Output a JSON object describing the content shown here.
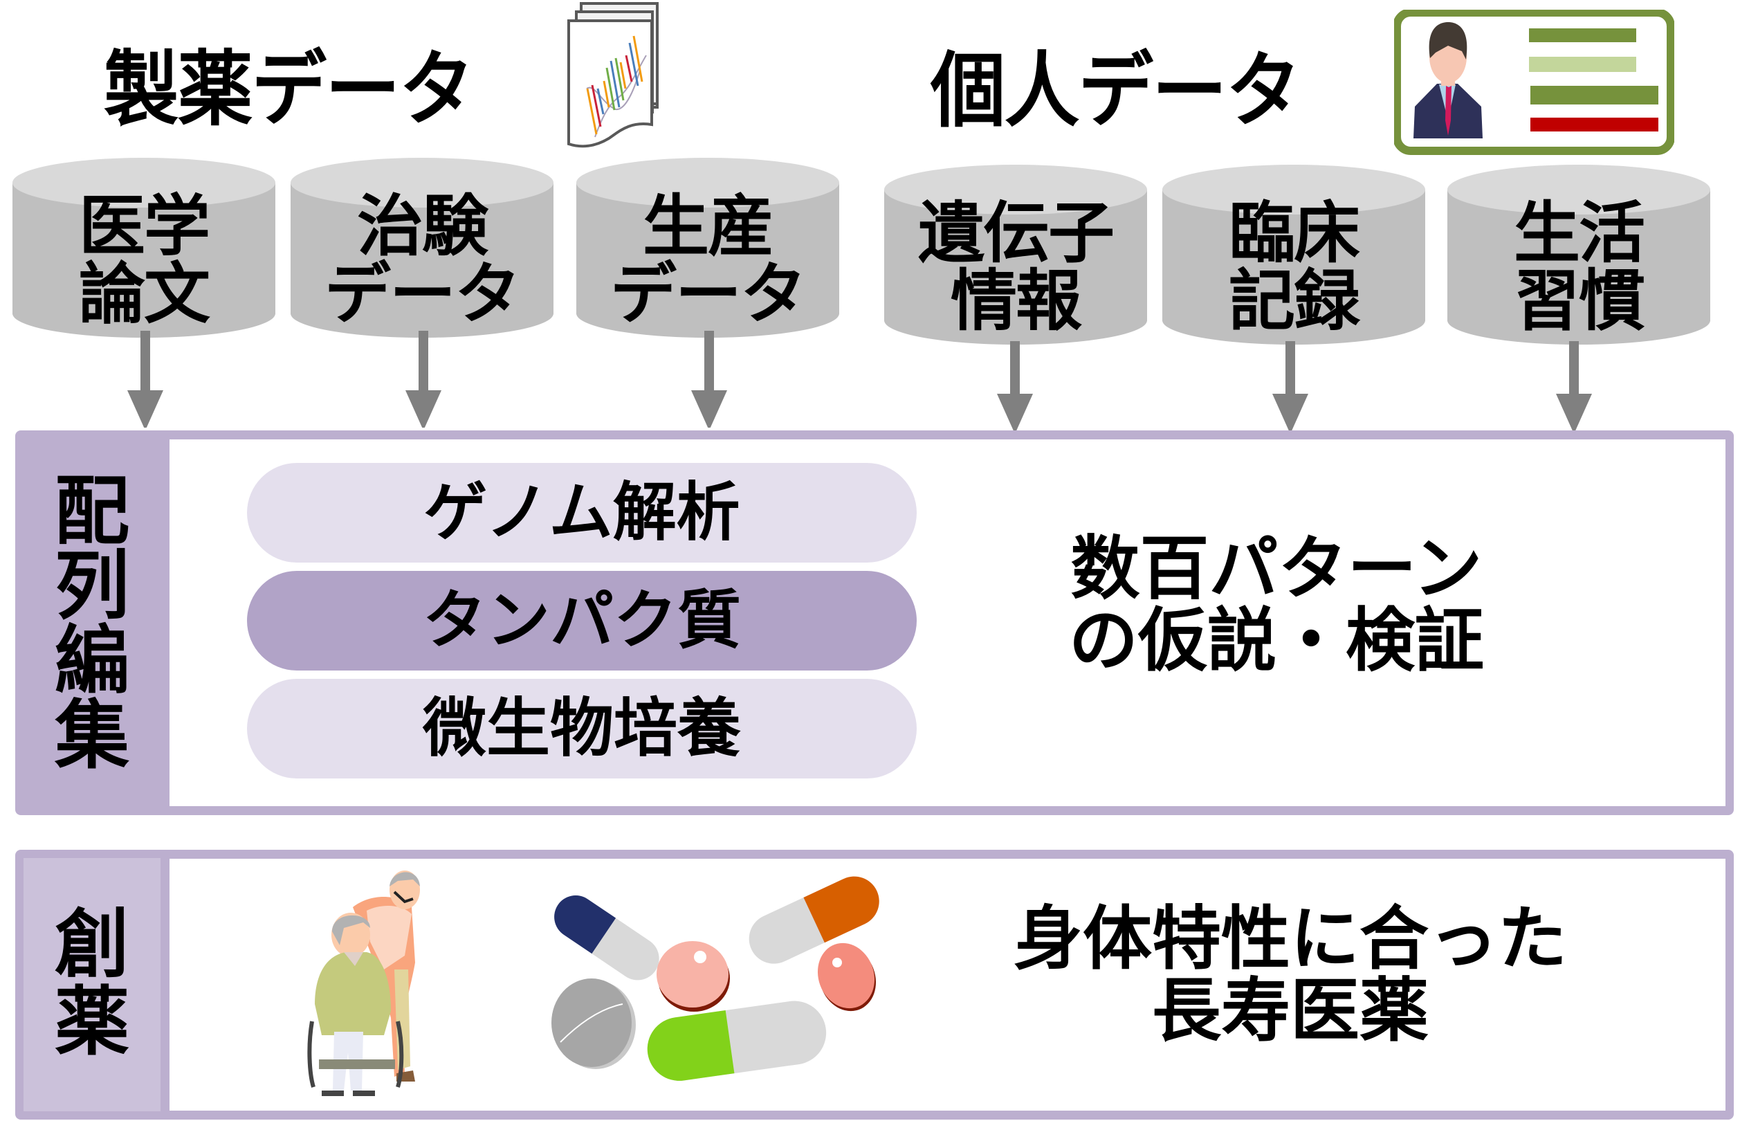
{
  "headings": {
    "pharma_data": "製薬データ",
    "personal_data": "個人データ"
  },
  "pharma_sources": [
    {
      "line1": "医学",
      "line2": "論文"
    },
    {
      "line1": "治験",
      "line2": "データ"
    },
    {
      "line1": "生産",
      "line2": "データ"
    }
  ],
  "personal_sources": [
    {
      "line1": "遺伝子",
      "line2": "情報"
    },
    {
      "line1": "臨床",
      "line2": "記録"
    },
    {
      "line1": "生活",
      "line2": "習慣"
    }
  ],
  "sequence_editing": {
    "label_chars": [
      "配",
      "列",
      "編",
      "集"
    ],
    "items": [
      {
        "label": "ゲノム解析",
        "style": "light"
      },
      {
        "label": "タンパク質",
        "style": "dark"
      },
      {
        "label": "微生物培養",
        "style": "light"
      }
    ],
    "result_line1": "数百パターン",
    "result_line2": "の仮説・検証"
  },
  "drug_discovery": {
    "label_chars": [
      "創",
      "薬"
    ],
    "result_line1": "身体特性に合った",
    "result_line2": "長寿医薬"
  },
  "icons": {
    "dna_document": "dna-document-icon",
    "id_card": "id-card-icon",
    "wheelchair_elderly": "wheelchair-elderly-icon",
    "pills": "pills-icon"
  },
  "colors": {
    "cylinder_body": "#bfbfbf",
    "cylinder_top": "#d9d9d9",
    "arrow": "#808080",
    "frame_purple": "#bcafcf",
    "pill_light": "#e4dfed",
    "pill_dark": "#b1a3c7",
    "id_card_green": "#76923c",
    "id_card_light_green": "#c3d69b",
    "id_card_red": "#c00000"
  }
}
